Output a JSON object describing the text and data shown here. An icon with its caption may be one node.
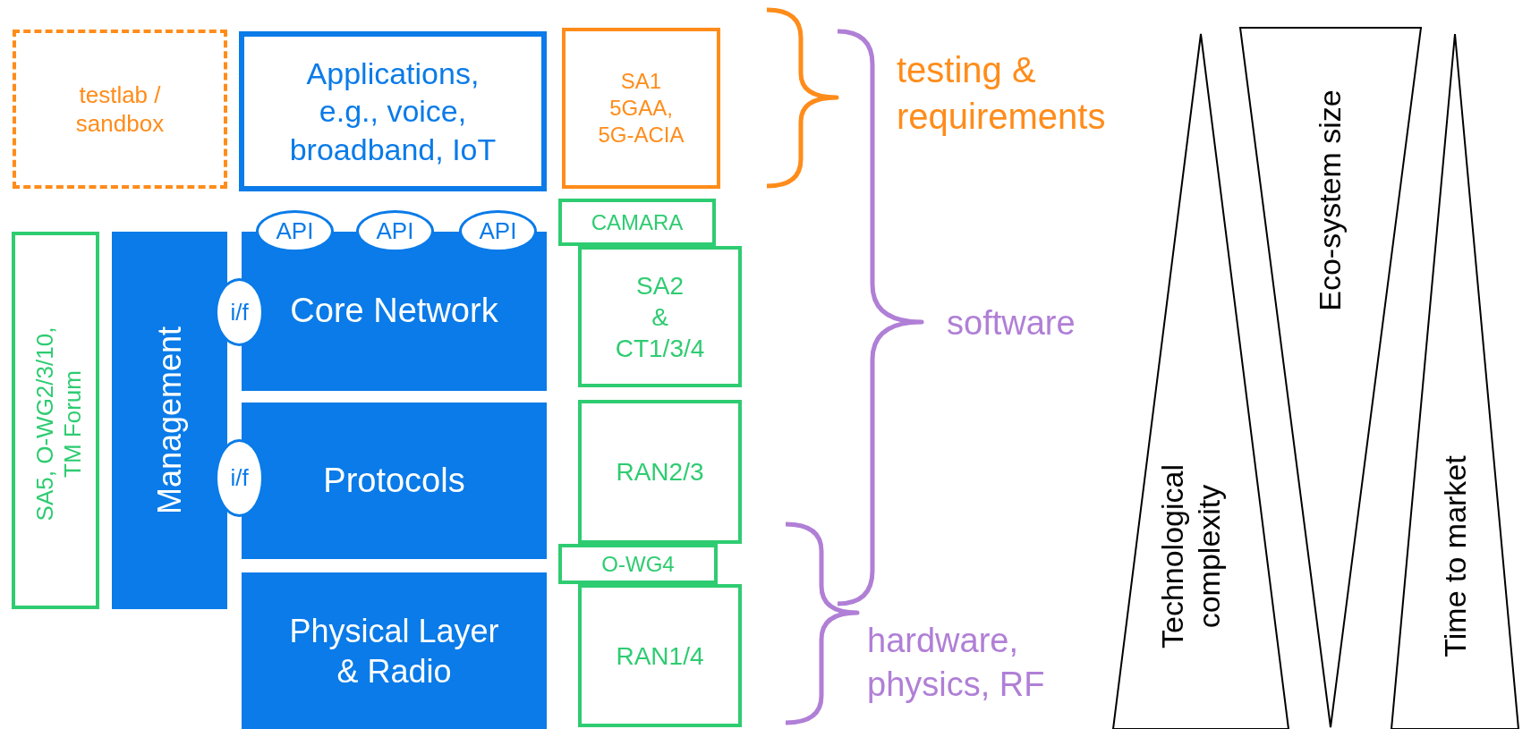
{
  "diagram": {
    "nodes": [
      {
        "text": [
          "testlab / sandbox"
        ]
      },
      {
        "text": [
          "Applications, e.g., voice, broadband, IoT"
        ]
      },
      {
        "text": [
          "SA1 5GAA, 5G-ACIA"
        ]
      },
      {
        "text": [
          "CAMARA"
        ]
      },
      {
        "text": [
          "API"
        ]
      },
      {
        "text": [
          "API"
        ]
      },
      {
        "text": [
          "API"
        ]
      },
      {
        "text": [
          "SA5, O-WG2/3/10, TM Forum"
        ]
      },
      {
        "text": [
          "Management"
        ]
      },
      {
        "text": [
          "i/f"
        ]
      },
      {
        "text": [
          "Core Network"
        ]
      },
      {
        "text": [
          "SA2 & CT1/3/4"
        ]
      },
      {
        "text": [
          "i/f"
        ]
      },
      {
        "text": [
          "Protocols"
        ]
      },
      {
        "text": [
          "RAN2/3"
        ]
      },
      {
        "text": [
          "O-WG4"
        ]
      },
      {
        "text": [
          "Physical Layer & Radio"
        ]
      },
      {
        "text": [
          "RAN1/4"
        ]
      },
      {
        "text": [
          "Technological complexity"
        ]
      },
      {
        "text": [
          "Eco-system size"
        ]
      },
      {
        "text": [
          "Time to market"
        ]
      }
    ],
    "labels": [
      "testing & requirements",
      "software",
      "hardware, physics, RF"
    ]
  }
}
